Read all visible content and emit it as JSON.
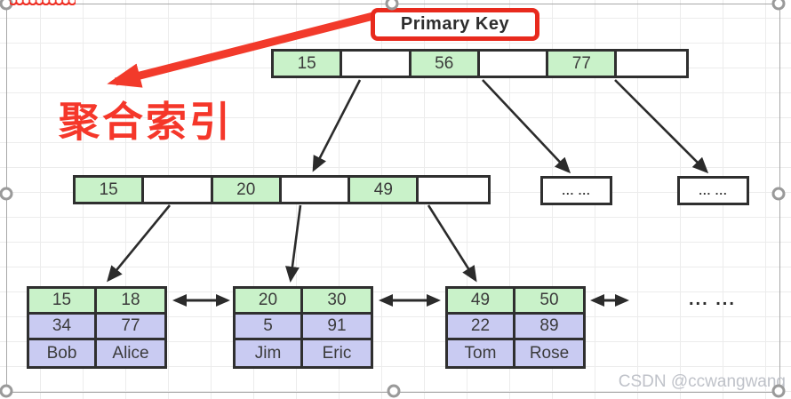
{
  "labels": {
    "primary_key": "Primary Key",
    "clustered_index_note": "聚合索引",
    "watermark": "CSDN @ccwangwang"
  },
  "nodes": {
    "root": {
      "cells": [
        "15",
        "",
        "56",
        "",
        "77",
        ""
      ]
    },
    "internal": {
      "cells": [
        "15",
        "",
        "20",
        "",
        "49",
        ""
      ]
    },
    "ellipsis_nodes": [
      "... ...",
      "... ..."
    ],
    "leaves": [
      {
        "rows": [
          [
            "15",
            "18"
          ],
          [
            "34",
            "77"
          ],
          [
            "Bob",
            "Alice"
          ]
        ]
      },
      {
        "rows": [
          [
            "20",
            "30"
          ],
          [
            "5",
            "91"
          ],
          [
            "Jim",
            "Eric"
          ]
        ]
      },
      {
        "rows": [
          [
            "49",
            "50"
          ],
          [
            "22",
            "89"
          ],
          [
            "Tom",
            "Rose"
          ]
        ]
      }
    ],
    "leaf_ellipsis": "... ..."
  },
  "colors": {
    "accent_red": "#f5372a",
    "key_green": "#c9f2c9",
    "record_purple": "#c9cbf2",
    "node_border": "#2f2f2f",
    "watermark_gray": "#bfc2c9"
  }
}
